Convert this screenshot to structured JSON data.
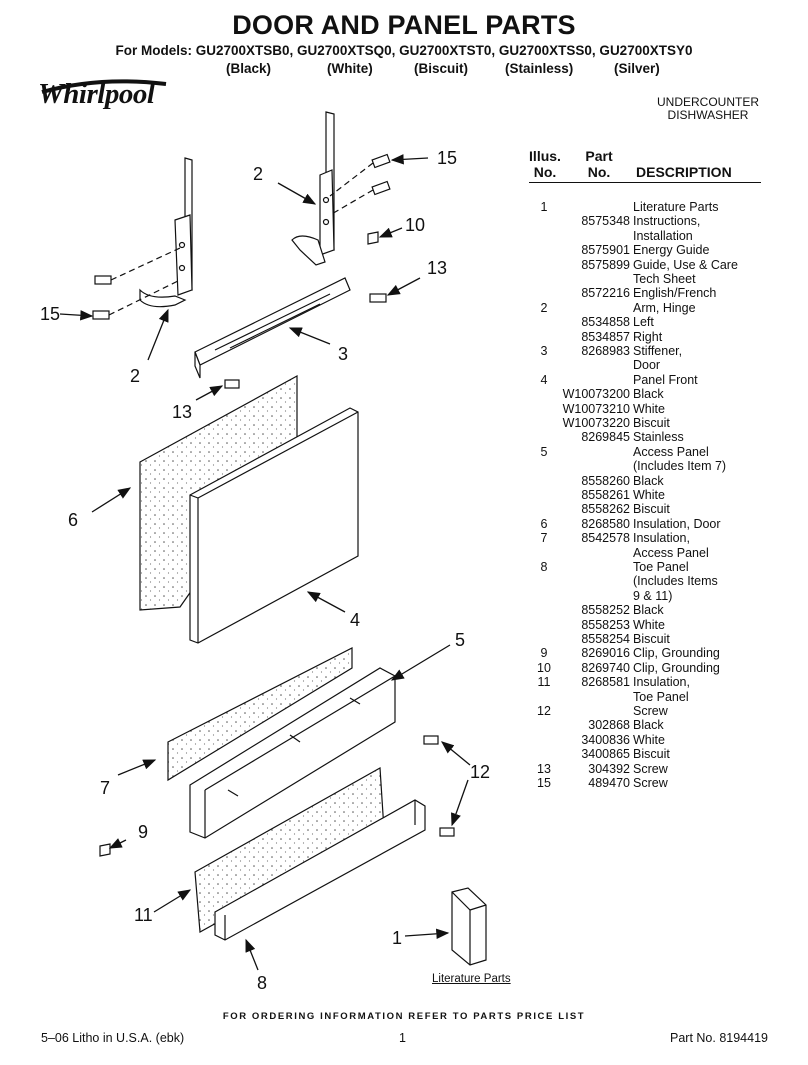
{
  "header": {
    "title": "DOOR AND PANEL PARTS",
    "models_line": "For Models: GU2700XTSB0, GU2700XTSQ0, GU2700XTST0, GU2700XTSS0, GU2700XTSY0",
    "colors": [
      "(Black)",
      "(White)",
      "(Biscuit)",
      "(Stainless)",
      "(Silver)"
    ],
    "brand": "Whirlpool",
    "product_line1": "UNDERCOUNTER",
    "product_line2": "DISHWASHER"
  },
  "table": {
    "head_illus_1": "Illus.",
    "head_illus_2": "No.",
    "head_part_1": "Part",
    "head_part_2": "No.",
    "head_desc": "DESCRIPTION",
    "rows": [
      {
        "illus": "1",
        "part": "",
        "desc": "Literature Parts"
      },
      {
        "illus": "",
        "part": "8575348",
        "desc": "Instructions,"
      },
      {
        "illus": "",
        "part": "",
        "desc": "Installation"
      },
      {
        "illus": "",
        "part": "8575901",
        "desc": "Energy Guide"
      },
      {
        "illus": "",
        "part": "8575899",
        "desc": "Guide, Use & Care"
      },
      {
        "illus": "",
        "part": "",
        "desc": "Tech Sheet"
      },
      {
        "illus": "",
        "part": "8572216",
        "desc": "English/French"
      },
      {
        "illus": "2",
        "part": "",
        "desc": "Arm, Hinge"
      },
      {
        "illus": "",
        "part": "8534858",
        "desc": "Left"
      },
      {
        "illus": "",
        "part": "8534857",
        "desc": "Right"
      },
      {
        "illus": "3",
        "part": "8268983",
        "desc": "Stiffener,"
      },
      {
        "illus": "",
        "part": "",
        "desc": "Door"
      },
      {
        "illus": "4",
        "part": "",
        "desc": "Panel Front"
      },
      {
        "illus": "",
        "part": "W10073200",
        "desc": "Black"
      },
      {
        "illus": "",
        "part": "W10073210",
        "desc": "White"
      },
      {
        "illus": "",
        "part": "W10073220",
        "desc": "Biscuit"
      },
      {
        "illus": "",
        "part": "8269845",
        "desc": "Stainless"
      },
      {
        "illus": "5",
        "part": "",
        "desc": "Access Panel"
      },
      {
        "illus": "",
        "part": "",
        "desc": "(Includes Item 7)"
      },
      {
        "illus": "",
        "part": "8558260",
        "desc": "Black"
      },
      {
        "illus": "",
        "part": "8558261",
        "desc": "White"
      },
      {
        "illus": "",
        "part": "8558262",
        "desc": "Biscuit"
      },
      {
        "illus": "6",
        "part": "8268580",
        "desc": "Insulation, Door"
      },
      {
        "illus": "7",
        "part": "8542578",
        "desc": "Insulation,"
      },
      {
        "illus": "",
        "part": "",
        "desc": "Access Panel"
      },
      {
        "illus": "8",
        "part": "",
        "desc": "Toe Panel"
      },
      {
        "illus": "",
        "part": "",
        "desc": "(Includes Items"
      },
      {
        "illus": "",
        "part": "",
        "desc": "9 & 11)"
      },
      {
        "illus": "",
        "part": "8558252",
        "desc": "Black"
      },
      {
        "illus": "",
        "part": "8558253",
        "desc": "White"
      },
      {
        "illus": "",
        "part": "8558254",
        "desc": "Biscuit"
      },
      {
        "illus": "9",
        "part": "8269016",
        "desc": "Clip, Grounding"
      },
      {
        "illus": "10",
        "part": "8269740",
        "desc": "Clip, Grounding"
      },
      {
        "illus": "11",
        "part": "8268581",
        "desc": "Insulation,"
      },
      {
        "illus": "",
        "part": "",
        "desc": "Toe Panel"
      },
      {
        "illus": "12",
        "part": "",
        "desc": "Screw"
      },
      {
        "illus": "",
        "part": "302868",
        "desc": "Black"
      },
      {
        "illus": "",
        "part": "3400836",
        "desc": "White"
      },
      {
        "illus": "",
        "part": "3400865",
        "desc": "Biscuit"
      },
      {
        "illus": "13",
        "part": "304392",
        "desc": "Screw"
      },
      {
        "illus": "15",
        "part": "489470",
        "desc": "Screw"
      }
    ]
  },
  "diagram": {
    "callouts": [
      "15",
      "2",
      "10",
      "13",
      "15",
      "2",
      "3",
      "13",
      "6",
      "4",
      "5",
      "7",
      "12",
      "9",
      "11",
      "1",
      "8"
    ],
    "literature_label": "Literature Parts"
  },
  "footer": {
    "ordering_note": "FOR ORDERING INFORMATION REFER TO PARTS PRICE LIST",
    "litho": "5–06 Litho in U.S.A. (ebk)",
    "page_number": "1",
    "part_number": "Part No. 8194419"
  }
}
